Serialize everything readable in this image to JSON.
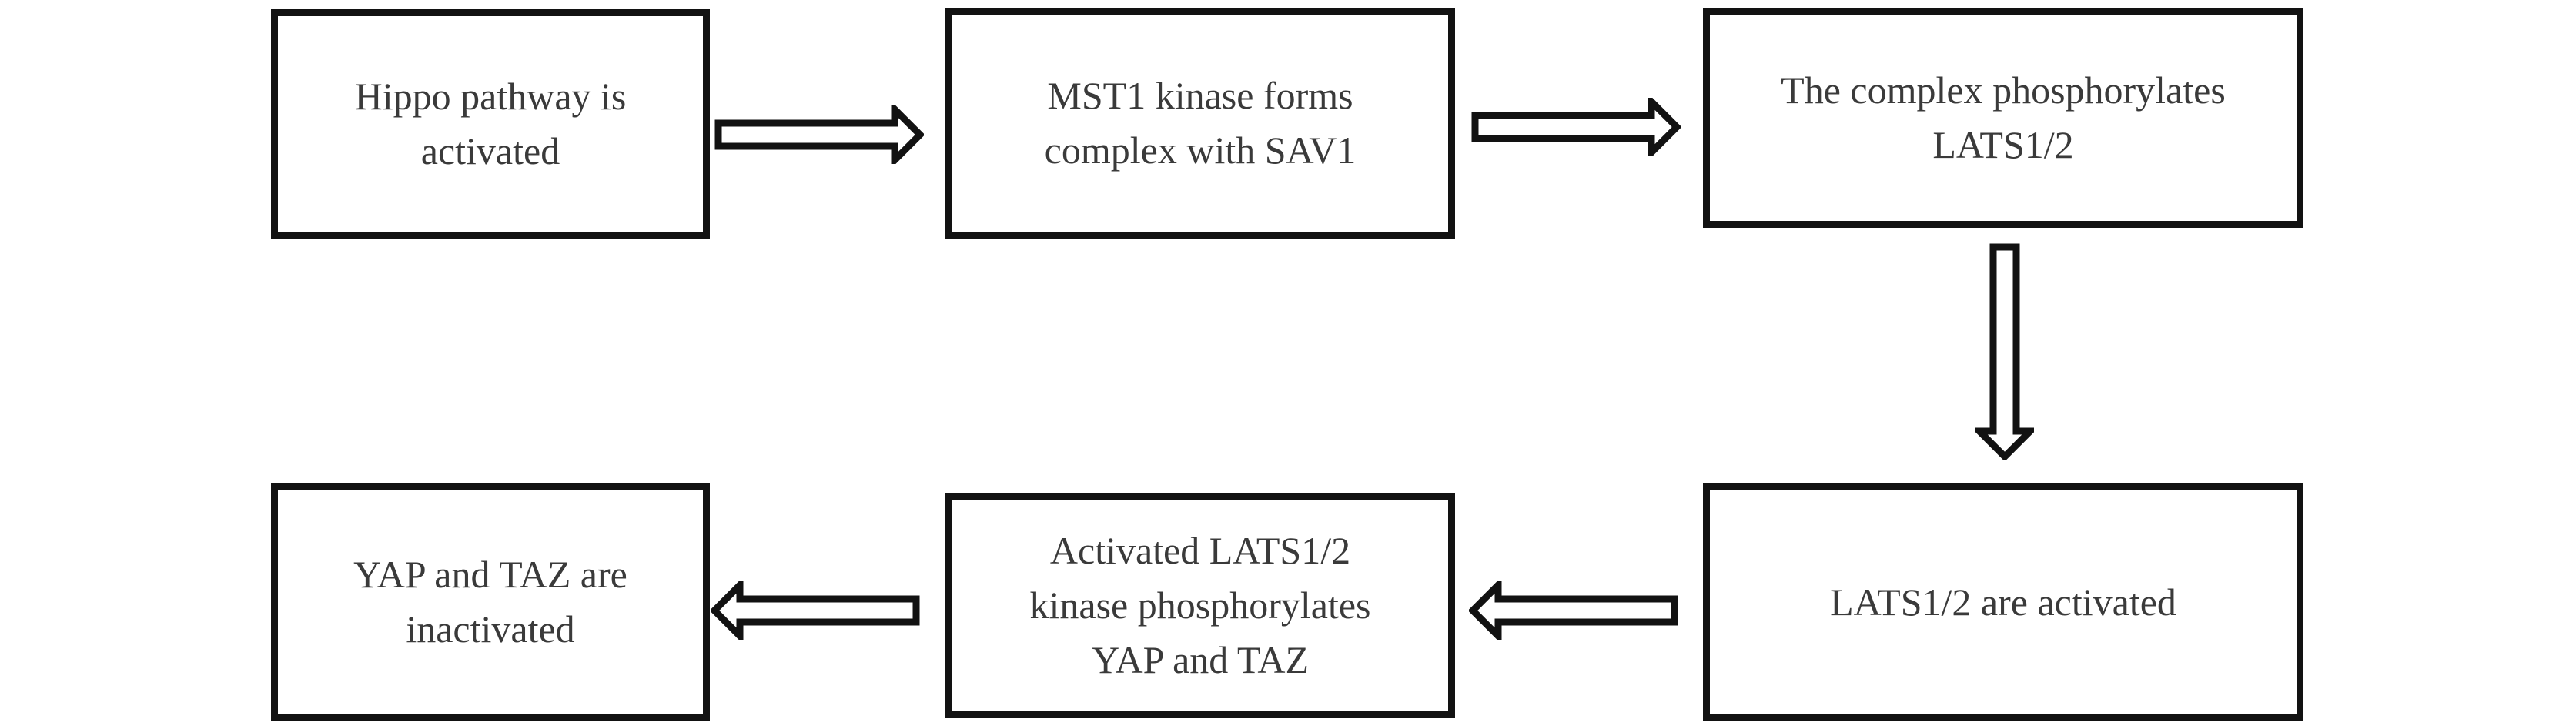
{
  "flowchart": {
    "nodes": [
      {
        "id": "step-1",
        "label": "Hippo pathway is activated"
      },
      {
        "id": "step-2",
        "label": "MST1 kinase forms complex with SAV1"
      },
      {
        "id": "step-3",
        "label": "The complex phosphorylates LATS1/2"
      },
      {
        "id": "step-4",
        "label": "LATS1/2 are activated"
      },
      {
        "id": "step-5",
        "label": "Activated LATS1/2 kinase phosphorylates YAP and TAZ"
      },
      {
        "id": "step-6",
        "label": "YAP and TAZ are inactivated"
      }
    ],
    "connections": [
      {
        "from": "step-1",
        "to": "step-2",
        "direction": "right",
        "icon": "arrow-right-icon"
      },
      {
        "from": "step-2",
        "to": "step-3",
        "direction": "right",
        "icon": "arrow-right-icon"
      },
      {
        "from": "step-3",
        "to": "step-4",
        "direction": "down",
        "icon": "arrow-down-icon"
      },
      {
        "from": "step-4",
        "to": "step-5",
        "direction": "left",
        "icon": "arrow-left-icon"
      },
      {
        "from": "step-5",
        "to": "step-6",
        "direction": "left",
        "icon": "arrow-left-icon"
      }
    ],
    "colors": {
      "border": "#121212",
      "text": "#3a3a3a",
      "background": "#ffffff",
      "arrow_fill": "#ffffff"
    }
  }
}
